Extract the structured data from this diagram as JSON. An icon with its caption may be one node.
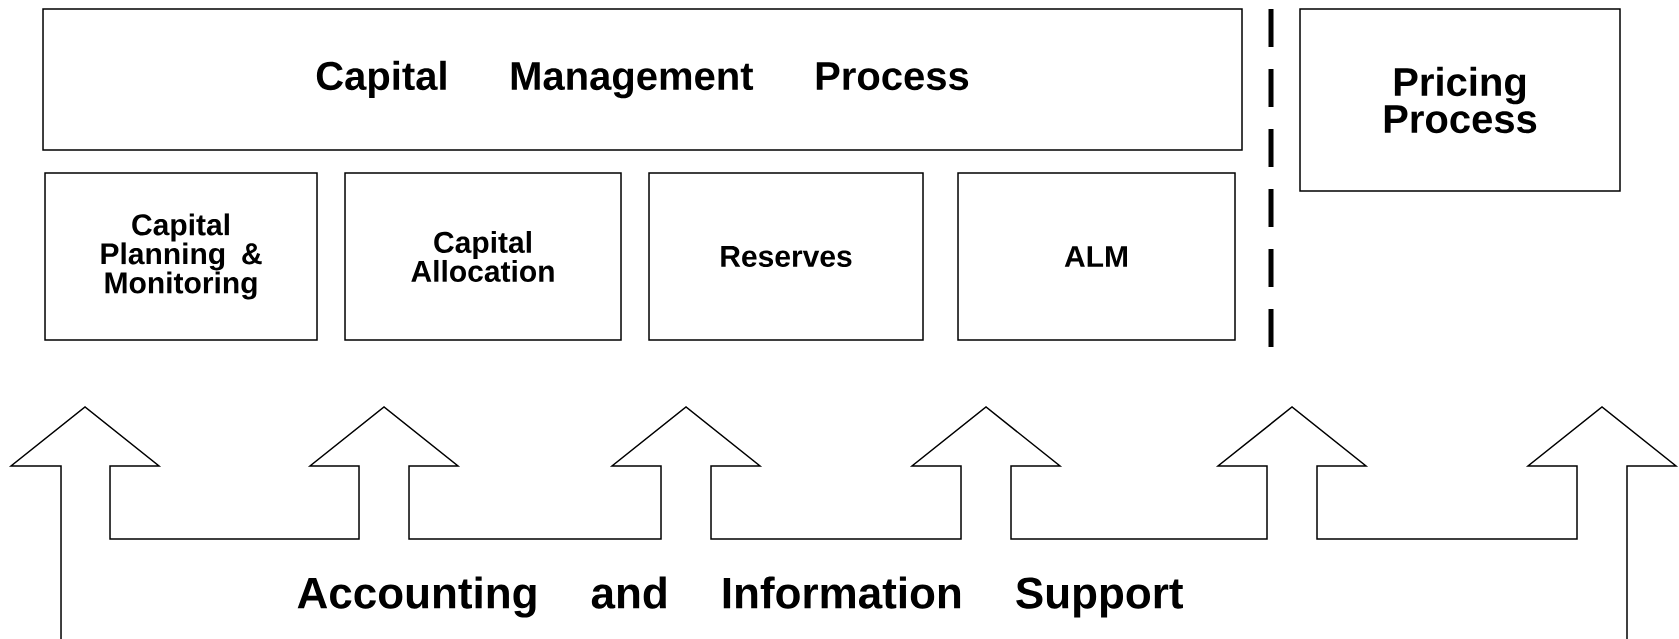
{
  "diagram": {
    "nodes": [
      {
        "text": [
          "Capital Management Process"
        ]
      },
      {
        "text": [
          "Capital Planning & Monitoring"
        ]
      },
      {
        "text": [
          "Capital Allocation"
        ]
      },
      {
        "text": [
          "Reserves"
        ]
      },
      {
        "text": [
          "ALM"
        ]
      },
      {
        "text": [
          "Pricing Process"
        ]
      },
      {
        "text": [
          "Accounting and Information Support"
        ]
      }
    ]
  }
}
